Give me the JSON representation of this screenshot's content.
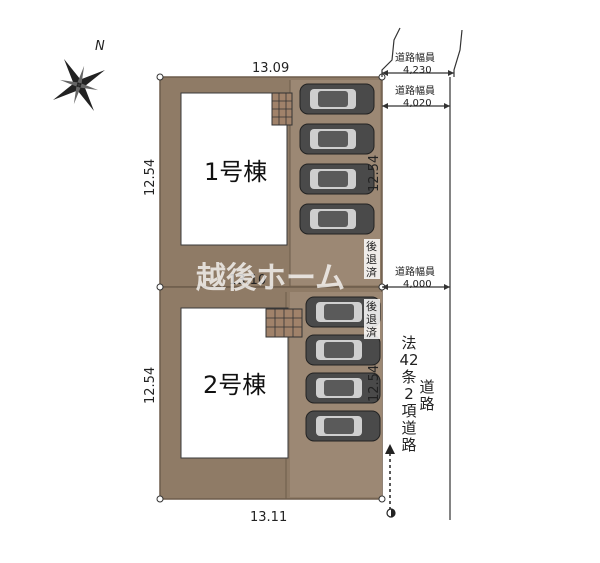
{
  "compass": {
    "north_label": "N"
  },
  "lot1": {
    "name": "1号棟",
    "top_width": "13.09",
    "left_depth": "12.54",
    "right_depth": "12.54",
    "setback": "後退済",
    "car_count": 4
  },
  "lot2": {
    "name": "2号棟",
    "top_width": "13.10",
    "bottom_width": "13.11",
    "left_depth": "12.54",
    "right_depth": "12.54",
    "setback": "後退済",
    "car_count": 4
  },
  "road_widths": [
    {
      "label": "道路幅員",
      "value": "4,230"
    },
    {
      "label": "道路幅員",
      "value": "4,020"
    },
    {
      "label": "道路幅員",
      "value": "4,000"
    }
  ],
  "road_type": [
    "法",
    "42",
    "条",
    "2",
    "項",
    "道",
    "路"
  ],
  "road_type_side": [
    "道",
    "路"
  ],
  "watermark": "越後ホーム",
  "colors": {
    "lot_fill": "#8f7b66",
    "lot_edge": "#6d5c4b",
    "building_fill": "#ffffff",
    "car_body": "#4a4a4a",
    "car_window": "#cfcfcf",
    "watermark": "#ffffff"
  }
}
